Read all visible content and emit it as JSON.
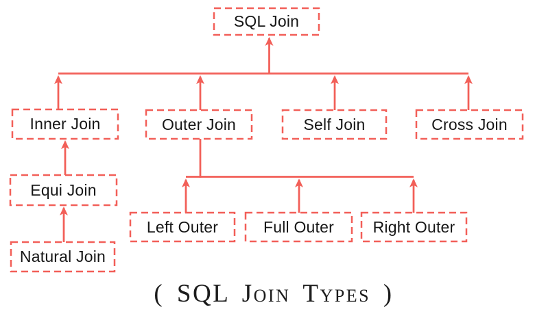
{
  "diagram": {
    "title": "( SQL Join Types )",
    "colors": {
      "accent": "#f25f58",
      "text": "#161616",
      "background": "#ffffff"
    },
    "nodes": {
      "sql_join": "SQL Join",
      "inner_join": "Inner Join",
      "outer_join": "Outer Join",
      "self_join": "Self Join",
      "cross_join": "Cross Join",
      "equi_join": "Equi Join",
      "natural_join": "Natural Join",
      "left_outer": "Left Outer",
      "full_outer": "Full Outer",
      "right_outer": "Right Outer"
    },
    "edges": [
      {
        "from": "inner_join",
        "to": "sql_join"
      },
      {
        "from": "outer_join",
        "to": "sql_join"
      },
      {
        "from": "self_join",
        "to": "sql_join"
      },
      {
        "from": "cross_join",
        "to": "sql_join"
      },
      {
        "from": "equi_join",
        "to": "inner_join"
      },
      {
        "from": "natural_join",
        "to": "equi_join"
      },
      {
        "from": "left_outer",
        "to": "outer_join"
      },
      {
        "from": "full_outer",
        "to": "outer_join"
      },
      {
        "from": "right_outer",
        "to": "outer_join"
      }
    ]
  }
}
